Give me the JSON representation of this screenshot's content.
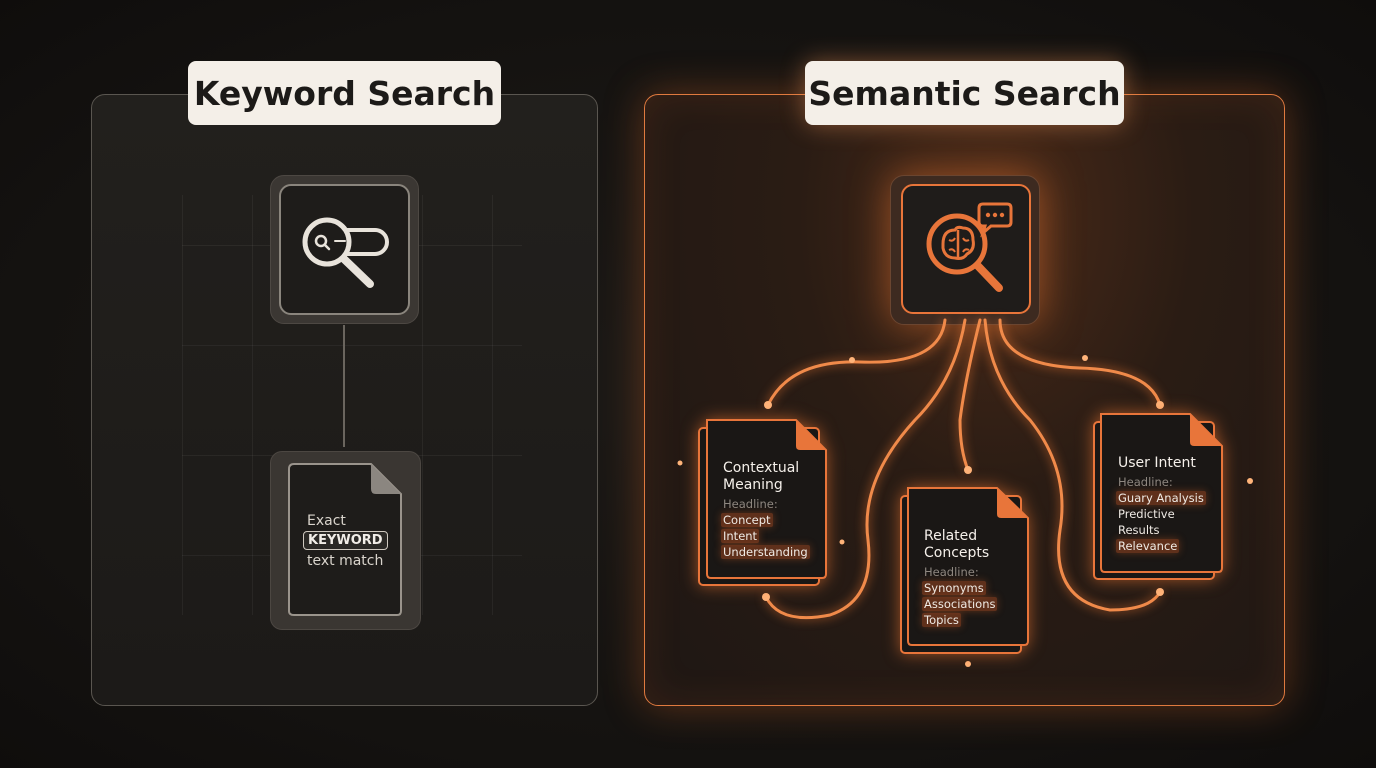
{
  "keyword": {
    "title": "Keyword Search",
    "doc": {
      "line1": "Exact",
      "keyword": "KEYWORD",
      "line3": "text match"
    }
  },
  "semantic": {
    "title": "Semantic Search",
    "cards": [
      {
        "title": "Contextual Meaning",
        "sub": "Headline:",
        "items": [
          "Concept",
          "Intent",
          "Understanding"
        ]
      },
      {
        "title": "Related Concepts",
        "sub": "Headline:",
        "items": [
          "Synonyms",
          "Associations",
          "Topics"
        ]
      },
      {
        "title": "User Intent",
        "sub": "Headline:",
        "items": [
          "Guary Analysis",
          "Predictive",
          "Results",
          "Relevance"
        ]
      }
    ]
  },
  "colors": {
    "accent": "#e8753a",
    "neutral": "#8a857d",
    "pill": "#f4efe8"
  },
  "icons": [
    "magnifier-search-bar-icon",
    "document-icon",
    "brain-magnifier-chat-icon"
  ]
}
